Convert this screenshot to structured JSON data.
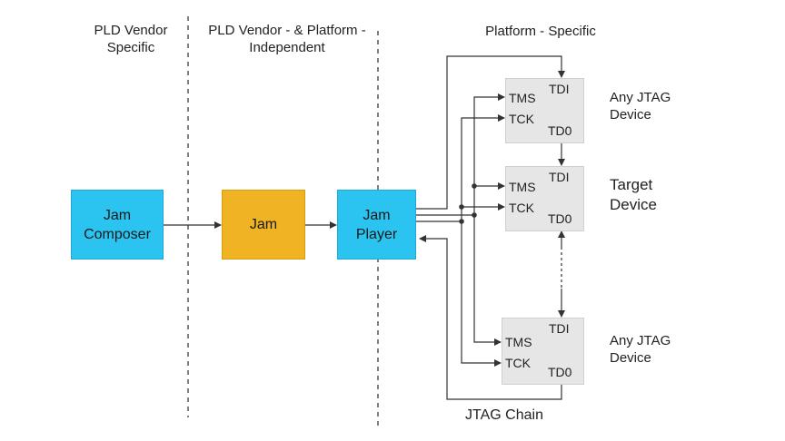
{
  "headers": {
    "vendor_specific": "PLD Vendor Specific",
    "vendor_independent": "PLD Vendor - & Platform - Independent",
    "platform_specific": "Platform - Specific"
  },
  "boxes": {
    "jam_composer": "Jam Composer",
    "jam": "Jam",
    "jam_player": "Jam Player"
  },
  "devices": [
    {
      "label": "Any JTAG Device",
      "pins": {
        "tdi": "TDI",
        "tms": "TMS",
        "tck": "TCK",
        "tdo": "TD0"
      }
    },
    {
      "label": "Target Device",
      "pins": {
        "tdi": "TDI",
        "tms": "TMS",
        "tck": "TCK",
        "tdo": "TD0"
      }
    },
    {
      "label": "Any JTAG Device",
      "pins": {
        "tdi": "TDI",
        "tms": "TMS",
        "tck": "TCK",
        "tdo": "TD0"
      }
    }
  ],
  "chain_label": "JTAG Chain",
  "colors": {
    "blue_box": "#2bc3f0",
    "gold_box": "#f0b323",
    "device_fill": "#e6e6e6",
    "line": "#333333"
  }
}
